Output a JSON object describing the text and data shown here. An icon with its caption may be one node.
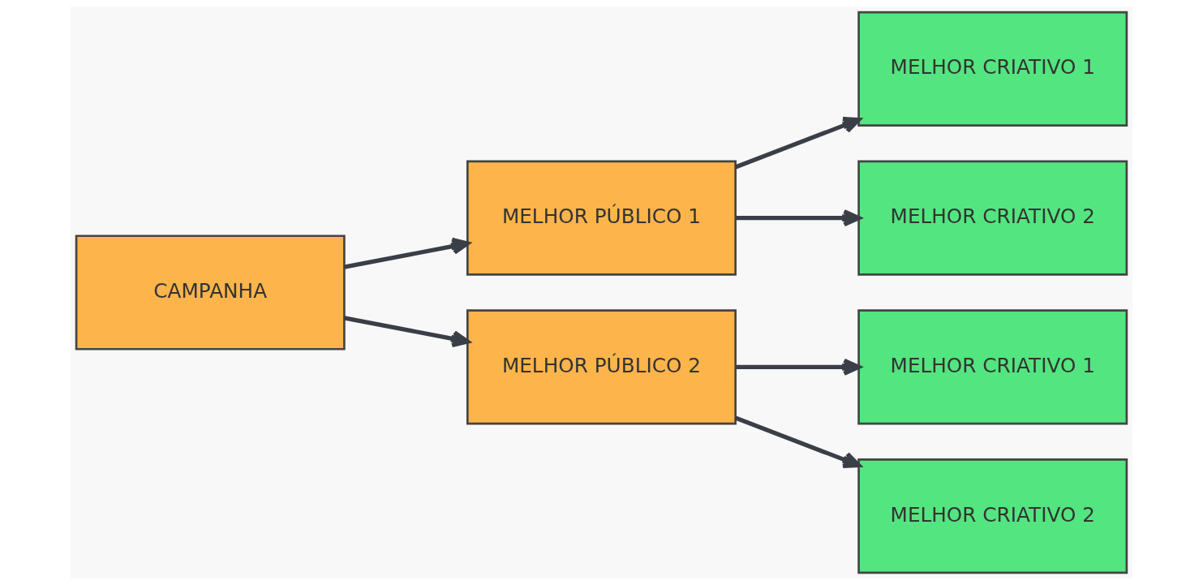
{
  "diagram": {
    "nodes": [
      {
        "text": [
          "CAMPANHA"
        ]
      },
      {
        "text": [
          "MELHOR PÚBLICO 1"
        ]
      },
      {
        "text": [
          "MELHOR PÚBLICO 2"
        ]
      },
      {
        "text": [
          "MELHOR CRIATIVO 1"
        ]
      },
      {
        "text": [
          "MELHOR CRIATIVO 2"
        ]
      },
      {
        "text": [
          "MELHOR CRIATIVO 1"
        ]
      },
      {
        "text": [
          "MELHOR CRIATIVO 2"
        ]
      }
    ],
    "edges": [
      {
        "from": 0,
        "to": 1,
        "arrow": "to"
      },
      {
        "from": 0,
        "to": 2,
        "arrow": "to"
      },
      {
        "from": 1,
        "to": 3,
        "arrow": "to"
      },
      {
        "from": 1,
        "to": 4,
        "arrow": "to"
      },
      {
        "from": 2,
        "to": 5,
        "arrow": "to"
      },
      {
        "from": 2,
        "to": 6,
        "arrow": "to"
      }
    ]
  }
}
